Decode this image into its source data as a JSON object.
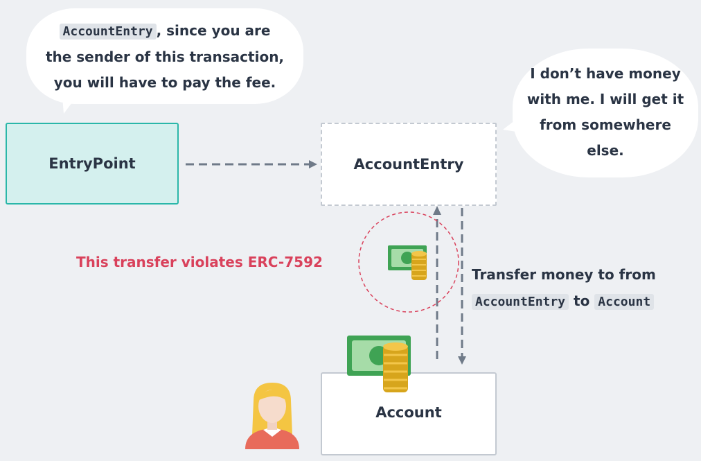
{
  "speech_left": {
    "code": "AccountEntry",
    "line1": ", since you are",
    "line2": "the sender of this transaction,",
    "line3": "you will have to pay the fee."
  },
  "speech_right": {
    "line1": "I don’t have money",
    "line2": "with me. I will get it",
    "line3": "from somewhere",
    "line4": "else."
  },
  "nodes": {
    "entrypoint": "EntryPoint",
    "accountentry": "AccountEntry",
    "account": "Account"
  },
  "violation": {
    "label": "This transfer violates ERC-7592",
    "color": "#d9415b"
  },
  "transfer": {
    "prefix": "Transfer money to from",
    "from_code": "AccountEntry",
    "middle": "to",
    "to_code": "Account"
  },
  "colors": {
    "background": "#eef0f3",
    "entrypoint_fill": "#d4f0ee",
    "entrypoint_border": "#2ab7a9",
    "arrow": "#6f7a88",
    "text": "#2a3444"
  },
  "icons": {
    "money": "money-icon",
    "coins": "coins-icon",
    "person": "person-icon"
  }
}
